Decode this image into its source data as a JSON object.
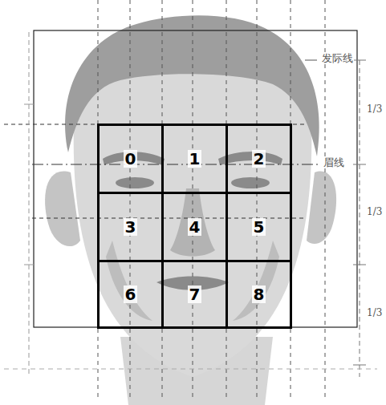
{
  "diagram": {
    "nodes": [
      {
        "text": [
          "0"
        ]
      },
      {
        "text": [
          "1"
        ]
      },
      {
        "text": [
          "2"
        ]
      },
      {
        "text": [
          "3"
        ]
      },
      {
        "text": [
          "4"
        ]
      },
      {
        "text": [
          "5"
        ]
      },
      {
        "text": [
          "6"
        ]
      },
      {
        "text": [
          "7"
        ]
      },
      {
        "text": [
          "8"
        ]
      }
    ],
    "labels": [
      "发际线",
      "眉线",
      "1/3",
      "1/3",
      "1/3"
    ]
  }
}
